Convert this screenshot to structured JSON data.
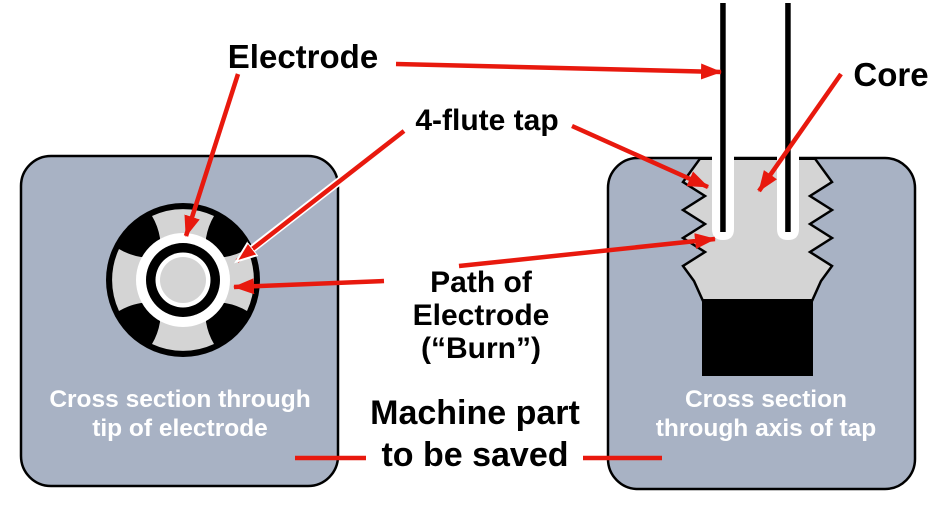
{
  "diagram": {
    "subject": "EDM removal of a broken 4-flute tap",
    "colors": {
      "background": "#ffffff",
      "machine_part_fill": "#a8b2c4",
      "tap_metal_fill": "#d4d4d4",
      "flute_and_electrode_black": "#000000",
      "burn_path_white": "#ffffff",
      "arrow_red": "#e8190e",
      "label_text": "#000000",
      "caption_text": "#ffffff"
    },
    "labels": {
      "electrode": "Electrode",
      "four_flute_tap": "4-flute tap",
      "core": "Core",
      "path_of_electrode": {
        "line1": "Path of",
        "line2": "Electrode",
        "line3": "(“Burn”)"
      },
      "machine_part": {
        "line1": "Machine part",
        "line2": "to be saved"
      },
      "left_caption": {
        "line1": "Cross section through",
        "line2": "tip of electrode"
      },
      "right_caption": {
        "line1": "Cross section",
        "line2": "through axis of tap"
      }
    }
  }
}
